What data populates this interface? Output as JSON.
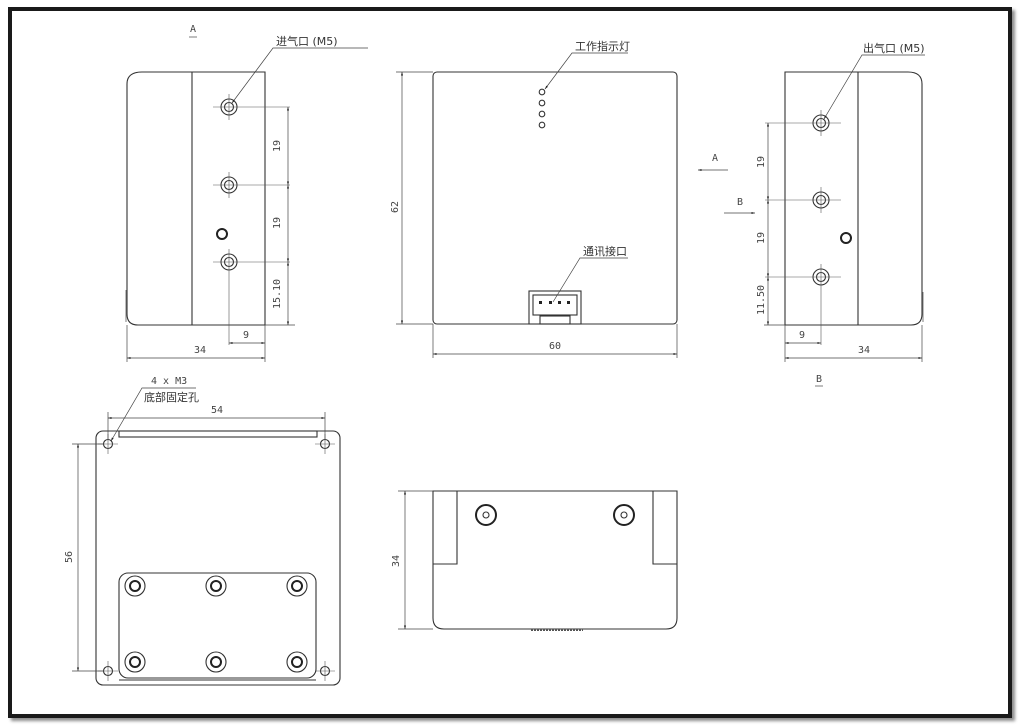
{
  "drawing": {
    "type": "engineering-drawing",
    "units": "mm",
    "frame_color": "#1a1a1a",
    "line_color": "#333333"
  },
  "views": {
    "left_view": {
      "section_marker": "A",
      "callout": "进气口 (M5)",
      "dims": {
        "spacing_1": "19",
        "spacing_2": "19",
        "bottom_offset": "15.10",
        "hole_offset": "9",
        "width": "34"
      }
    },
    "front_view": {
      "indicator_callout": "工作指示灯",
      "connector_callout": "通讯接口",
      "dims": {
        "height": "62",
        "width": "60"
      },
      "arrow_a": "A",
      "arrow_b": "B"
    },
    "right_view": {
      "section_marker": "B",
      "callout": "出气口 (M5)",
      "dims": {
        "spacing_1": "19",
        "spacing_2": "19",
        "bottom_offset": "11.50",
        "hole_offset": "9",
        "width": "34"
      }
    },
    "bottom_view": {
      "callout_line1": "4 x  M3",
      "callout_line2": "底部固定孔",
      "dims": {
        "hole_spacing_x": "54",
        "hole_spacing_y": "56"
      }
    },
    "top_view": {
      "dims": {
        "depth": "34"
      }
    }
  }
}
